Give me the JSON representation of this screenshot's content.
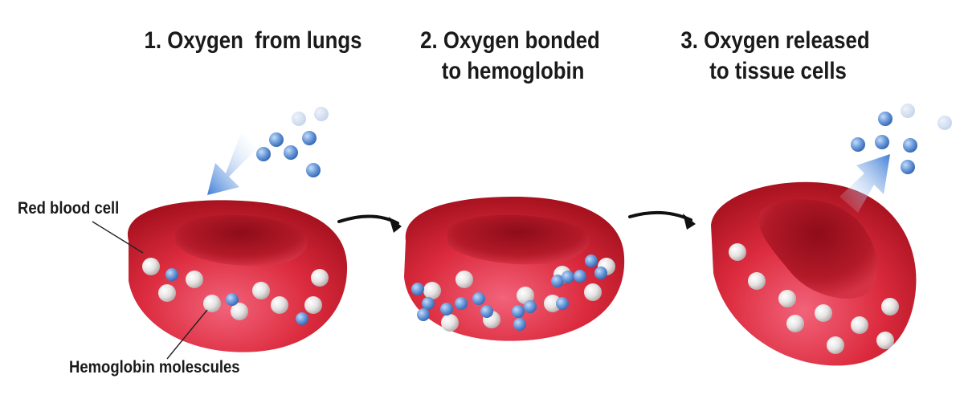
{
  "steps": [
    {
      "title": "1. Oxygen  from lungs"
    },
    {
      "title": "2. Oxygen bonded\n to hemoglobin"
    },
    {
      "title": "3. Oxygen released\n to tissue cells"
    }
  ],
  "labels": {
    "red_blood_cell": "Red blood cell",
    "hemoglobin": "Hemoglobin molescules"
  },
  "colors": {
    "cell_red": "#d8283a",
    "cell_dark": "#b01525",
    "oxygen_blue": "#5f8fd6",
    "hemoglobin_white": "#e9e6e6",
    "arrow_blue": "#3f7fd8",
    "process_arrow": "#111111"
  }
}
